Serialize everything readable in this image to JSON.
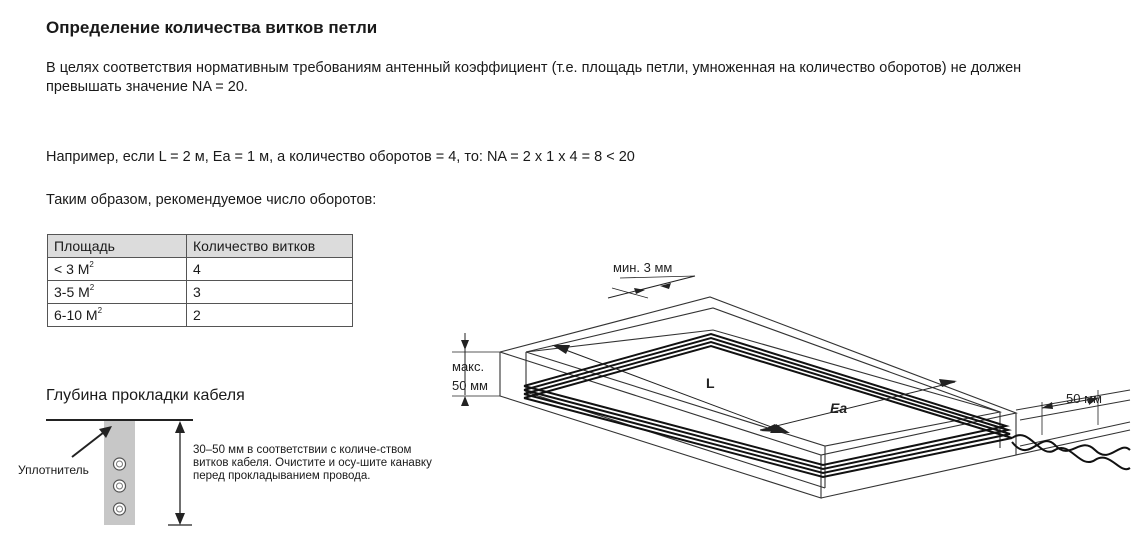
{
  "title": "Определение количества витков петли",
  "intro": "В целях соответствия нормативным требованиям антенный коэффициент (т.е. площадь петли, умноженная на количество оборотов) не должен превышать значение NA = 20.",
  "example": "Например, если L = 2 м, Ea = 1 м, а количество оборотов = 4, то: NA = 2 x 1 x 4 = 8 < 20",
  "thus": "Таким образом, рекомендуемое число оборотов:",
  "table": {
    "headers": [
      "Площадь",
      "Количество витков"
    ],
    "rows": [
      {
        "area": "< 3 M",
        "sup": "2",
        "turns": "4"
      },
      {
        "area": "3-5 M",
        "sup": "2",
        "turns": "3"
      },
      {
        "area": "6-10 M",
        "sup": "2",
        "turns": "2"
      }
    ]
  },
  "depth": {
    "title": "Глубина прокладки кабеля",
    "sealant_label": "Уплотнитель",
    "description": "30–50 мм в соответствии с количе-ством витков кабеля. Очистите и осу-шите канавку перед прокладыванием провода."
  },
  "loop_diagram": {
    "min_gap_label": "мин. 3 мм",
    "max_depth_label_1": "макс.",
    "max_depth_label_2": "50 мм",
    "length_label": "L",
    "width_label": "Ea",
    "twist_label": "50 мм"
  }
}
